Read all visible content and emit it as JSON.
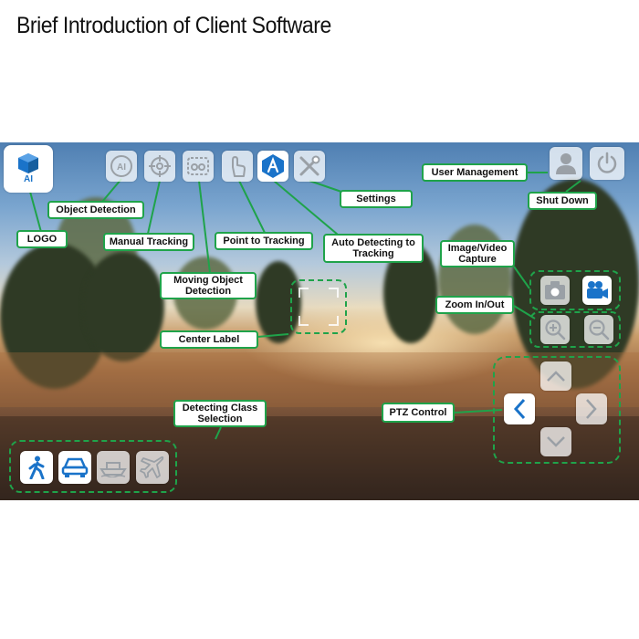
{
  "page": {
    "title": "Brief Introduction of Client Software"
  },
  "logo": {
    "text": "AI"
  },
  "toolbar": {
    "ai_icon_text": "AI"
  },
  "labels": {
    "logo": "LOGO",
    "object_detection": "Object Detection",
    "manual_tracking": "Manual Tracking",
    "point_to_tracking": "Point to Tracking",
    "auto_detecting_line1": "Auto Detecting to",
    "auto_detecting_line2": "Tracking",
    "settings": "Settings",
    "moving_object_line1": "Moving Object",
    "moving_object_line2": "Detection",
    "center_label": "Center Label",
    "user_management": "User Management",
    "shut_down": "Shut Down",
    "image_video_line1": "Image/Video",
    "image_video_line2": "Capture",
    "zoom_in_out": "Zoom In/Out",
    "ptz_control": "PTZ Control",
    "detecting_class_line1": "Detecting Class",
    "detecting_class_line2": "Selection"
  },
  "colors": {
    "accent_green": "#1fa34a",
    "brand_blue": "#1a73c9",
    "icon_gray": "#9aa0a6"
  },
  "icons": {
    "logo": "cube-icon",
    "object_detection": "ai-circle-icon",
    "manual_tracking": "crosshair-icon",
    "moving_object_detection": "motion-icon",
    "point_to_tracking": "pointer-hand-icon",
    "auto_detecting": "auto-a-icon",
    "settings": "tools-icon",
    "user": "user-icon",
    "power": "power-icon",
    "camera": "camera-icon",
    "video": "video-camera-icon",
    "zoom_in": "zoom-in-icon",
    "zoom_out": "zoom-out-icon",
    "ptz_up": "chevron-up-icon",
    "ptz_left": "chevron-left-icon",
    "ptz_right": "chevron-right-icon",
    "ptz_down": "chevron-down-icon",
    "class_person": "person-icon",
    "class_car": "car-icon",
    "class_ship": "ship-icon",
    "class_plane": "plane-icon"
  }
}
